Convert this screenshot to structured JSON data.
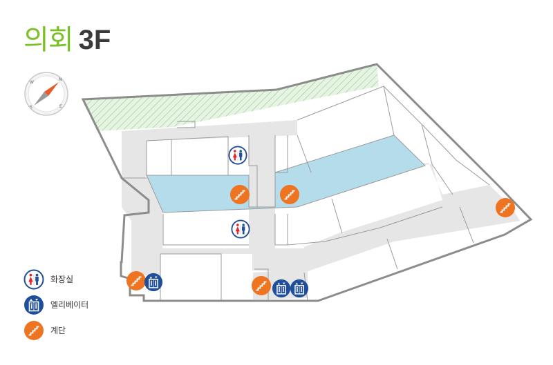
{
  "header": {
    "building_name": "의회",
    "floor_label": "3F"
  },
  "compass": {
    "directions": {
      "north": "N",
      "east": "E",
      "south": "S",
      "west": "W"
    },
    "needle_colors": {
      "north": "#e85a2a",
      "south": "#9a9a9a"
    }
  },
  "map": {
    "colors": {
      "outline": "#8c8c8c",
      "corridor": "#e6e6e6",
      "atrium": "#b5dcea",
      "rooftop_garden": "#e7f3e3",
      "hatch": "#8fcf8a"
    },
    "markers": [
      {
        "type": "restroom",
        "icon": "restroom-icon"
      },
      {
        "type": "restroom",
        "icon": "restroom-icon"
      },
      {
        "type": "stairs",
        "icon": "stairs-icon"
      },
      {
        "type": "stairs",
        "icon": "stairs-icon"
      },
      {
        "type": "stairs",
        "icon": "stairs-icon"
      },
      {
        "type": "stairs",
        "icon": "stairs-icon"
      },
      {
        "type": "stairs",
        "icon": "stairs-icon"
      },
      {
        "type": "elevator",
        "icon": "elevator-icon"
      },
      {
        "type": "elevator",
        "icon": "elevator-icon"
      },
      {
        "type": "elevator",
        "icon": "elevator-icon"
      }
    ]
  },
  "legend": {
    "items": [
      {
        "label": "화장실",
        "icon": "restroom-icon"
      },
      {
        "label": "엘리베이터",
        "icon": "elevator-icon"
      },
      {
        "label": "계단",
        "icon": "stairs-icon"
      }
    ]
  },
  "icon_colors": {
    "restroom_border": "#1f4e9b",
    "restroom_female": "#e2242c",
    "restroom_male": "#1f4e9b",
    "elevator": "#1f4e9b",
    "stairs": "#ef7422"
  }
}
